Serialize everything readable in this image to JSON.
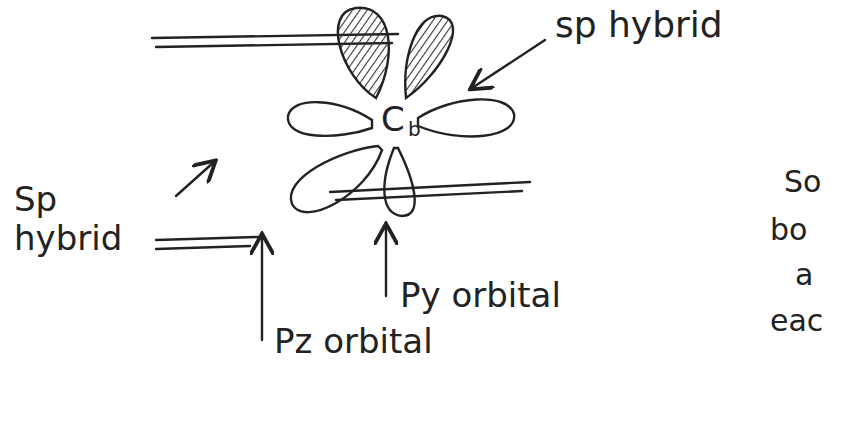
{
  "diagram": {
    "labels": [
      "sp hybrid",
      "Sp hybrid",
      "Py orbital",
      "Pz orbital",
      "C",
      "b",
      "So",
      "bo",
      "a",
      "eac"
    ]
  }
}
